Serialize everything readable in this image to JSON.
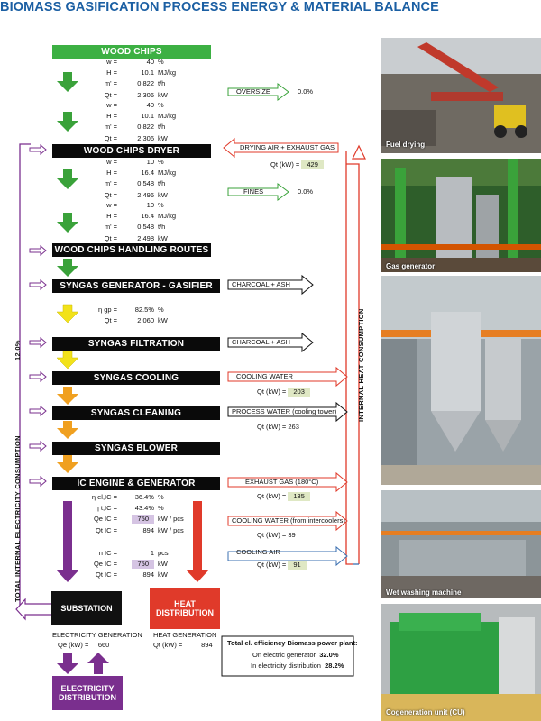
{
  "title": "BIOMASS GASIFICATION PROCESS ENERGY & MATERIAL BALANCE",
  "stages": {
    "wood_chips": "WOOD CHIPS",
    "dryer": "WOOD CHIPS DRYER",
    "handling": "WOOD CHIPS HANDLING ROUTES",
    "gasifier": "SYNGAS GENERATOR - GASIFIER",
    "filtration": "SYNGAS FILTRATION",
    "cooling": "SYNGAS COOLING",
    "cleaning": "SYNGAS CLEANING",
    "blower": "SYNGAS BLOWER",
    "engine": "IC ENGINE & GENERATOR",
    "substation": "SUBSTATION",
    "heat_distribution": "HEAT DISTRIBUTION",
    "electricity_distribution": "ELECTRICITY DISTRIBUTION"
  },
  "params1": [
    {
      "lab": "w =",
      "val": "40",
      "unit": "%"
    },
    {
      "lab": "H =",
      "val": "10.1",
      "unit": "MJ/kg"
    },
    {
      "lab": "m' =",
      "val": "0.822",
      "unit": "t/h"
    },
    {
      "lab": "Qt =",
      "val": "2,306",
      "unit": "kW"
    }
  ],
  "params2": [
    {
      "lab": "w =",
      "val": "40",
      "unit": "%"
    },
    {
      "lab": "H =",
      "val": "10.1",
      "unit": "MJ/kg"
    },
    {
      "lab": "m' =",
      "val": "0.822",
      "unit": "t/h"
    },
    {
      "lab": "Qt =",
      "val": "2,306",
      "unit": "kW"
    }
  ],
  "params3": [
    {
      "lab": "w =",
      "val": "10",
      "unit": "%"
    },
    {
      "lab": "H =",
      "val": "16.4",
      "unit": "MJ/kg"
    },
    {
      "lab": "m' =",
      "val": "0.548",
      "unit": "t/h"
    },
    {
      "lab": "Qt =",
      "val": "2,496",
      "unit": "kW"
    }
  ],
  "params4": [
    {
      "lab": "w =",
      "val": "10",
      "unit": "%"
    },
    {
      "lab": "H =",
      "val": "16.4",
      "unit": "MJ/kg"
    },
    {
      "lab": "m' =",
      "val": "0.548",
      "unit": "t/h"
    },
    {
      "lab": "Qt =",
      "val": "2,498",
      "unit": "kW"
    }
  ],
  "gasifier_params": [
    {
      "lab": "η gp =",
      "val": "82.5%",
      "unit": "%"
    },
    {
      "lab": "Qt =",
      "val": "2,060",
      "unit": "kW"
    }
  ],
  "engine_params": [
    {
      "lab": "η el,IC =",
      "val": "36.4%",
      "unit": "%"
    },
    {
      "lab": "η t,IC =",
      "val": "43.4%",
      "unit": "%"
    },
    {
      "lab": "Qe IC =",
      "val": "750",
      "unit": "kW / pcs"
    },
    {
      "lab": "Qt IC =",
      "val": "894",
      "unit": "kW / pcs"
    }
  ],
  "engine_params2": [
    {
      "lab": "n IC =",
      "val": "1",
      "unit": "pcs"
    },
    {
      "lab": "Qe IC =",
      "val": "750",
      "unit": "kW"
    },
    {
      "lab": "Qt IC =",
      "val": "894",
      "unit": "kW"
    }
  ],
  "side": {
    "oversize": "OVERSIZE",
    "oversize_val": "0.0%",
    "drying_air": "DRYING AIR + EXHAUST GAS",
    "drying_qt_lab": "Qt (kW) =",
    "drying_qt": "429",
    "fines": "FINES",
    "fines_val": "0.0%",
    "charcoal1": "CHARCOAL + ASH",
    "charcoal2": "CHARCOAL + ASH",
    "cooling_water": "COOLING WATER",
    "cooling_qt_lab": "Qt (kW) =",
    "cooling_qt": "203",
    "process_water": "PROCESS WATER   (cooling tower)",
    "process_qt_lab": "Qt (kW) =",
    "process_qt": "263",
    "exhaust_gas": "EXHAUST GAS  (180°C)",
    "exhaust_qt_lab": "Qt (kW) =",
    "exhaust_qt": "135",
    "cw_intercoolers": "COOLING WATER   (from intercoolers)",
    "cw_int_qt_lab": "Qt (kW) =",
    "cw_int_qt": "39",
    "cooling_air": "COOLING AIR",
    "air_qt_lab": "Qt (kW) =",
    "air_qt": "91"
  },
  "vertical": {
    "total_el": "TOTAL INTERNAL ELECTRICITY CONSUMPTION",
    "el_pct": "12.0%",
    "internal_heat": "INTERNAL HEAT CONSUMPTION"
  },
  "bottom": {
    "el_gen": "ELECTRICITY GENERATION",
    "qe_lab": "Qe (kW) =",
    "qe": "660",
    "heat_gen": "HEAT GENERATION",
    "qt_lab": "Qt (kW) =",
    "qt": "894",
    "eff_title": "Total el. efficiency Biomass power plant:",
    "eff1_lab": "On electric generator",
    "eff1": "32.0%",
    "eff2_lab": "In electricity distribution",
    "eff2": "28.2%"
  },
  "photos": {
    "fuel_drying": "Fuel drying",
    "gas_generator": "Gas generator",
    "wet_washing": "Wet washing machine",
    "cogeneration": "Cogeneration unit (CU)"
  },
  "colors": {
    "green_arrow": "#3aa23a",
    "yellow_arrow": "#f2e21a",
    "orange_arrow": "#f0a020",
    "purple": "#7a2f8e",
    "red": "#e03a2a",
    "blue_title": "#1b5fa3"
  }
}
